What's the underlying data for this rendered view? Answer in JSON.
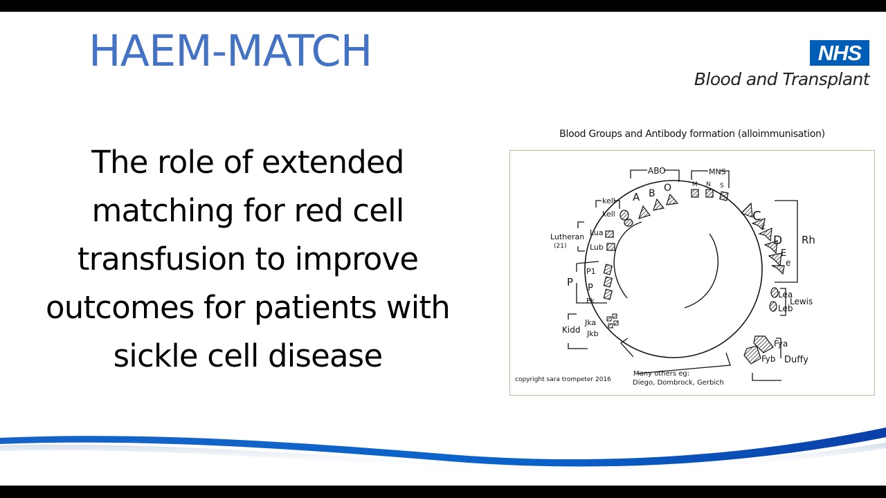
{
  "slide": {
    "title": "HAEM-MATCH",
    "title_color": "#4472c4",
    "logo": {
      "badge": "NHS",
      "badge_color": "#005eb8",
      "organisation": "Blood and Transplant"
    },
    "subtitle_lines": [
      "The role of extended",
      "matching for red cell",
      "transfusion to improve",
      "outcomes for patients with",
      "sickle cell disease"
    ],
    "figure": {
      "caption": "Blood Groups and Antibody formation (alloimmunisation)",
      "border_color": "#a9c99a",
      "groups": [
        {
          "system": "ABO",
          "antigens": [
            "A",
            "B",
            "O"
          ]
        },
        {
          "system": "MNS",
          "antigens": [
            "M",
            "N",
            "S"
          ]
        },
        {
          "system": "Rh",
          "antigens": [
            "C",
            "c",
            "D",
            "E",
            "e"
          ]
        },
        {
          "system": "kell",
          "antigens": [
            "kell"
          ]
        },
        {
          "system": "Lutheran",
          "note": "(21)",
          "antigens": [
            "Lua",
            "Lub"
          ]
        },
        {
          "system": "P",
          "antigens": [
            "P1",
            "P",
            "Pk"
          ]
        },
        {
          "system": "Kidd",
          "antigens": [
            "Jka",
            "Jkb"
          ]
        },
        {
          "system": "Lewis",
          "antigens": [
            "Lea",
            "Leb"
          ]
        },
        {
          "system": "Duffy",
          "antigens": [
            "Fya",
            "Fyb"
          ]
        }
      ],
      "others_line1": "Many others eg:",
      "others_line2": "Diego, Dombrock, Gerbich",
      "copyright": "copyright  sara trompeter 2016"
    },
    "swoosh_color": "#0a5fc4"
  }
}
